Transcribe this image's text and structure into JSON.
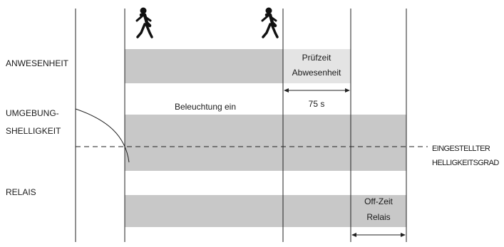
{
  "rows": {
    "presence": "ANWESENHEIT",
    "ambient_line1": "UMGEBUNG-",
    "ambient_line2": "SHELLIGKEIT",
    "relay": "RELAIS"
  },
  "annotations": {
    "check_time_line1": "Prüfzeit",
    "check_time_line2": "Abwesenheit",
    "delay": "75 s",
    "lighting_on": "Beleuchtung ein",
    "off_time_line1": "Off-Zeit",
    "off_time_line2": "Relais"
  },
  "threshold": {
    "line1": "EINGESTELLTER",
    "line2": "HELLIGKEITSGRAD"
  },
  "icons": [
    "walking-person-icon",
    "walking-person-icon"
  ],
  "colors": {
    "bar": "#c8c8c8",
    "bar_light": "#e4e4e4",
    "line": "#222222"
  }
}
